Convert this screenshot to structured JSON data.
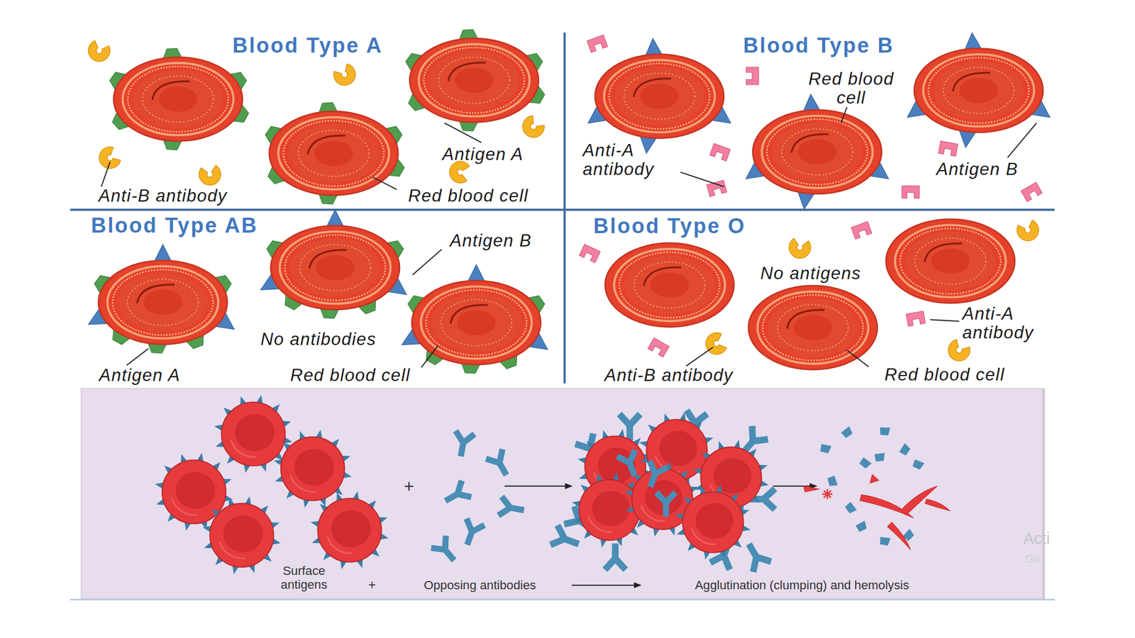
{
  "diagram": {
    "nodes": [
      {
        "text": [
          "Blood Type A"
        ]
      },
      {
        "text": [
          "Blood Type B"
        ]
      },
      {
        "text": [
          "Blood Type AB"
        ]
      },
      {
        "text": [
          "Blood Type O"
        ]
      }
    ],
    "labels": [
      "Anti-B antibody",
      "Antigen A",
      "Red blood cell",
      "Red blood cell",
      "Anti-A antibody",
      "Antigen B",
      "Antigen B",
      "No antibodies",
      "Antigen A",
      "Red blood cell",
      "No antigens",
      "Anti-A antibody",
      "Anti-B antibody",
      "Red blood cell",
      "Surface antigens",
      "+",
      "+",
      "Opposing antibodies",
      "Agglutination (clumping) and hemolysis",
      "Acti",
      "Go t"
    ]
  }
}
